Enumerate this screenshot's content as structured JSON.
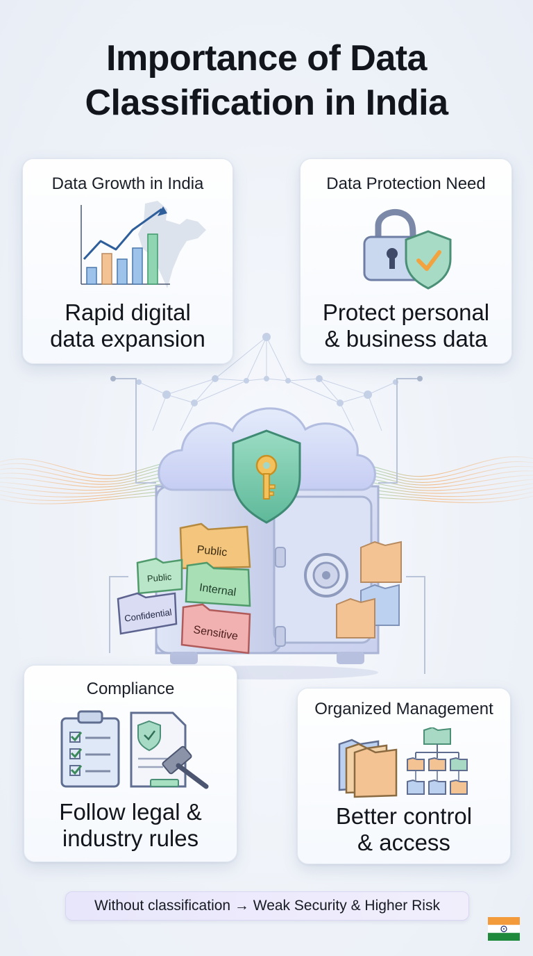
{
  "title": {
    "line1": "Importance of Data",
    "line2": "Classification in India"
  },
  "cards": {
    "growth": {
      "title": "Data Growth in India",
      "body_line1": "Rapid digital",
      "body_line2": "data expansion",
      "icon": "bar-chart-trend-icon"
    },
    "protection": {
      "title": "Data Protection Need",
      "body_line1": "Protect personal",
      "body_line2": "& business data",
      "icon": "padlock-shield-icon"
    },
    "compliance": {
      "title": "Compliance",
      "body_line1": "Follow legal &",
      "body_line2": "industry rules",
      "icon": "checklist-gavel-icon"
    },
    "management": {
      "title": "Organized Management",
      "body_line1": "Better control",
      "body_line2": "& access",
      "icon": "folder-hierarchy-icon"
    }
  },
  "center": {
    "folders": {
      "public_top": "Public",
      "public_side": "Public",
      "internal": "Internal",
      "confidential": "Confidential",
      "sensitive": "Sensitive"
    },
    "icon": "cloud-vault-key-icon"
  },
  "footer": {
    "text": "Without classification → Weak Security & Higher Risk"
  },
  "colors": {
    "saffron": "#f39a3a",
    "green": "#1f8a3b",
    "accent_blue": "#5b8fd8",
    "shield_teal": "#7fcfb5"
  }
}
